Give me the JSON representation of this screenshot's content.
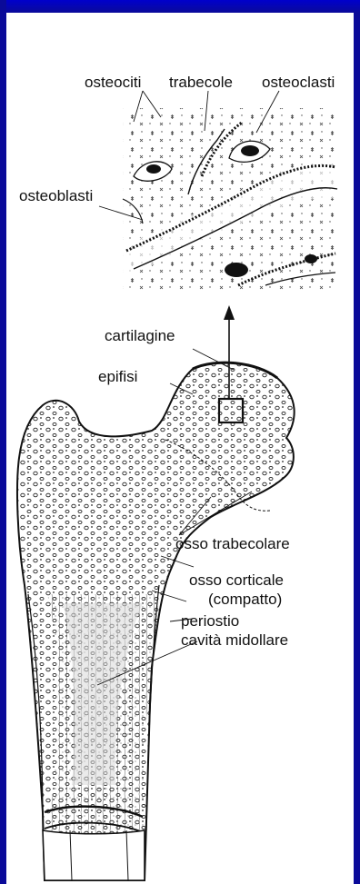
{
  "labels": {
    "osteociti": "osteociti",
    "trabecole": "trabecole",
    "osteoclasti": "osteoclasti",
    "osteoblasti": "osteoblasti",
    "cartilagine": "cartilagine",
    "epifisi": "epifisi",
    "osso_trabecolare": "osso trabecolare",
    "osso_corticale": "osso corticale",
    "compatto": "(compatto)",
    "periostio": "periostio",
    "cavita_midollare": "cavità midollare"
  },
  "colors": {
    "background_frame": "#0a0a99",
    "canvas": "#ffffff",
    "ink": "#111111"
  }
}
